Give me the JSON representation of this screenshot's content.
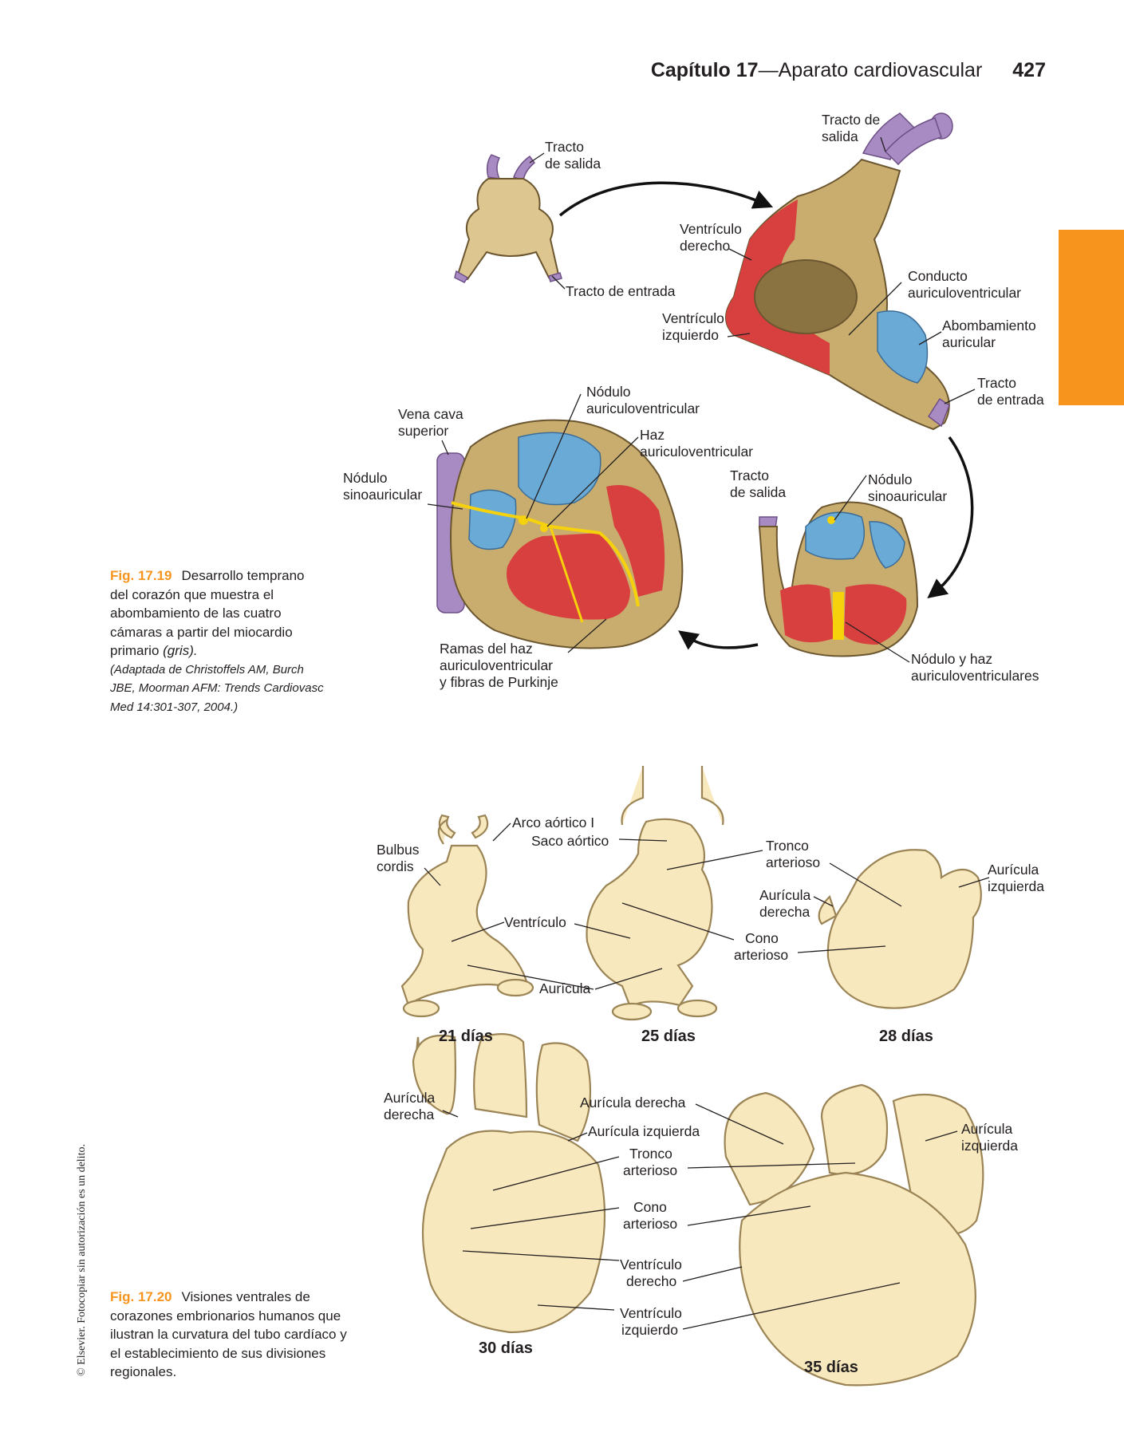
{
  "header": {
    "chapter": "Capítulo 17",
    "dash_title": "—Aparato cardiovascular",
    "page": "427"
  },
  "fig19": {
    "number": "Fig. 17.19",
    "caption_text": "Desarrollo temprano del corazón que muestra el abombamiento de las cuatro cámaras a partir del miocardio primario",
    "caption_gris": "(gris).",
    "source": "(Adaptada de Christoffels AM, Burch JBE, Moorman AFM: Trends Cardiovasc Med 14:301-307, 2004.)",
    "labels": {
      "tracto_salida_a1": "Tracto",
      "tracto_salida_a2": "de salida",
      "tracto_entrada_a": "Tracto de entrada",
      "tracto_salida_b1": "Tracto de",
      "tracto_salida_b2": "salida",
      "vd1": "Ventrículo",
      "vd2": "derecho",
      "vi1": "Ventrículo",
      "vi2": "izquierdo",
      "conducto1": "Conducto",
      "conducto2": "auriculoventricular",
      "abomb1": "Abombamiento",
      "abomb2": "auricular",
      "tracto_entrada_b1": "Tracto",
      "tracto_entrada_b2": "de entrada",
      "nodulo_av1": "Nódulo",
      "nodulo_av2": "auriculoventricular",
      "vena1": "Vena cava",
      "vena2": "superior",
      "haz1": "Haz",
      "haz2": "auriculoventricular",
      "nodulo_sa_a1": "Nódulo",
      "nodulo_sa_a2": "sinoauricular",
      "tracto_salida_c1": "Tracto",
      "tracto_salida_c2": "de salida",
      "nodulo_sa_b1": "Nódulo",
      "nodulo_sa_b2": "sinoauricular",
      "ramas1": "Ramas del haz",
      "ramas2": "auriculoventricular",
      "ramas3": "y fibras de Purkinje",
      "nodulo_haz1": "Nódulo y haz",
      "nodulo_haz2": "auriculoventriculares"
    }
  },
  "fig20": {
    "number": "Fig. 17.20",
    "caption": "Visiones ventrales de corazones embrionarios humanos que ilustran la curvatura del tubo cardíaco y el establecimiento de sus divisiones regionales.",
    "days": {
      "d21": "21 días",
      "d25": "25 días",
      "d28": "28 días",
      "d30": "30 días",
      "d35": "35 días"
    },
    "labels": {
      "arco": "Arco aórtico I",
      "saco": "Saco aórtico",
      "bulbus1": "Bulbus",
      "bulbus2": "cordis",
      "ventriculo": "Ventrículo",
      "auricula": "Aurícula",
      "tronco_a1": "Tronco",
      "tronco_a2": "arterioso",
      "aur_der_a1": "Aurícula",
      "aur_der_a2": "derecha",
      "cono_a1": "Cono",
      "cono_a2": "arterioso",
      "aur_izq_a1": "Aurícula",
      "aur_izq_a2": "izquierda",
      "aur_der_b1": "Aurícula",
      "aur_der_b2": "derecha",
      "aur_der_c": "Aurícula derecha",
      "aur_izq_c": "Aurícula izquierda",
      "tronco_b1": "Tronco",
      "tronco_b2": "arterioso",
      "cono_b1": "Cono",
      "cono_b2": "arterioso",
      "vd1": "Ventrículo",
      "vd2": "derecho",
      "vi1": "Ventrículo",
      "vi2": "izquierdo",
      "aur_izq_d1": "Aurícula",
      "aur_izq_d2": "izquierda"
    }
  },
  "side_note": "© Elsevier. Fotocopiar sin autorización es un delito.",
  "colors": {
    "accent": "#f7941d",
    "myocardium": "#c9ad6e",
    "ventricle": "#d8403f",
    "atrium": "#6aaad6",
    "outflow": "#a98bc4",
    "conduction": "#f5d20c",
    "embryo": "#f8e8bd"
  }
}
